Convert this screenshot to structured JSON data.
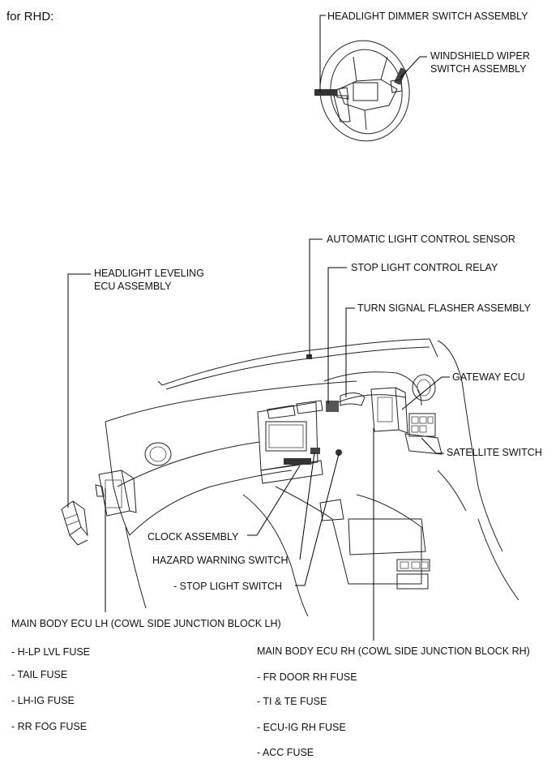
{
  "title": "for RHD:",
  "labels": {
    "headlight_dimmer": "HEADLIGHT DIMMER SWITCH ASSEMBLY",
    "wiper_1": "WINDSHIELD WIPER",
    "wiper_2": "SWITCH ASSEMBLY",
    "auto_light": "AUTOMATIC LIGHT CONTROL SENSOR",
    "stop_relay": "STOP LIGHT CONTROL RELAY",
    "leveling_1": "HEADLIGHT LEVELING",
    "leveling_2": "ECU ASSEMBLY",
    "turn_signal": "TURN SIGNAL FLASHER ASSEMBLY",
    "gateway": "GATEWAY ECU",
    "satellite": "SATELLITE SWITCH",
    "clock": "CLOCK ASSEMBLY",
    "hazard": "HAZARD WARNING SWITCH",
    "stop_switch": "- STOP LIGHT SWITCH"
  },
  "lh_block": {
    "heading": "MAIN BODY ECU LH (COWL SIDE JUNCTION BLOCK LH)",
    "fuses": [
      "- H-LP LVL FUSE",
      "- TAIL FUSE",
      "- LH-IG FUSE",
      "- RR FOG FUSE"
    ]
  },
  "rh_block": {
    "heading": "MAIN BODY ECU RH (COWL SIDE JUNCTION BLOCK RH)",
    "fuses": [
      "- FR DOOR RH FUSE",
      "- TI & TE FUSE",
      "- ECU-IG RH FUSE",
      "- ACC FUSE"
    ]
  }
}
